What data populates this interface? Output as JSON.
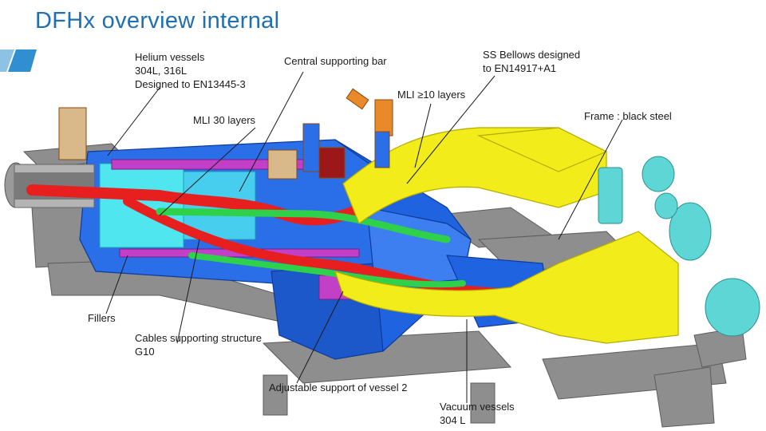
{
  "title": "DFHx overview internal",
  "colors": {
    "title": "#1f6fb2",
    "accent": "#2f8fd0",
    "vessel_blue": "#1f63e0",
    "bellows_yellow": "#f2ec1a",
    "frame_grey": "#8e8e8e",
    "fillers_cyan": "#4fe6f0",
    "cable_red": "#e81f1f",
    "cable_green": "#2fd04a",
    "structure_magenta": "#c23fc8",
    "valve_orange": "#e8892a",
    "cap_teal": "#5fd6d6"
  },
  "labels": {
    "helium_vessels": [
      "Helium vessels",
      "304L, 316L",
      "Designed to EN13445-3"
    ],
    "central_bar": "Central supporting bar",
    "ss_bellows": [
      "SS Bellows designed",
      "to EN14917+A1"
    ],
    "mli_10": "MLI ≥10 layers",
    "mli_30": "MLI 30 layers",
    "frame": "Frame : black steel",
    "fillers": "Fillers",
    "cables_structure": [
      "Cables supporting structure",
      "G10"
    ],
    "adjustable_support": "Adjustable support of vessel 2",
    "vacuum_vessels": [
      "Vacuum vessels",
      "304 L"
    ]
  }
}
